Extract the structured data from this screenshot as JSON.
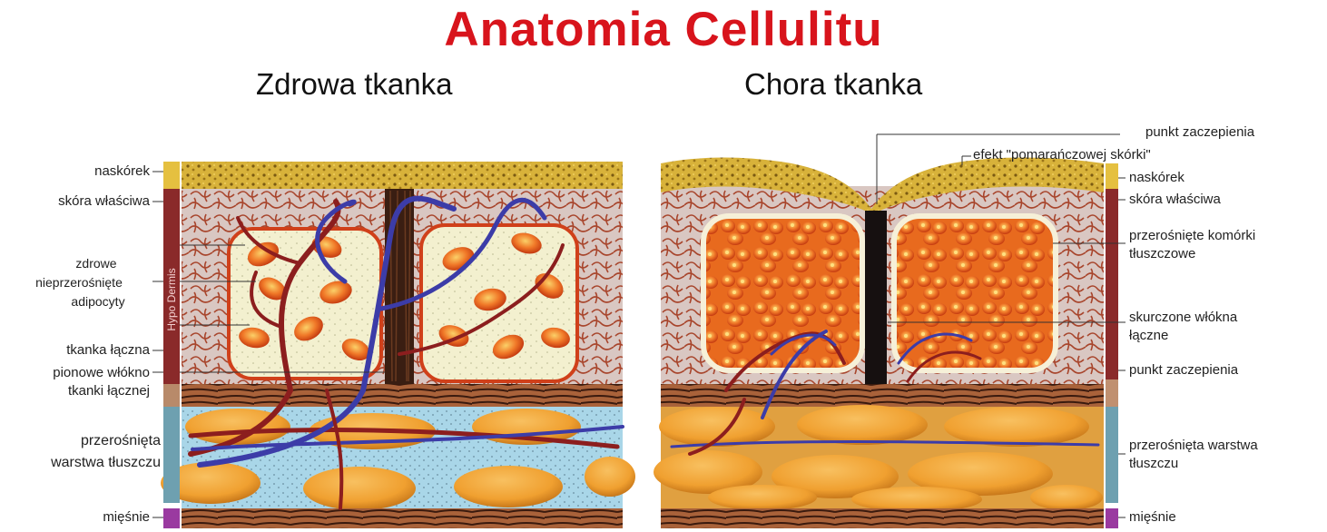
{
  "title": "Anatomia Cellulitu",
  "left": {
    "heading": "Zdrowa tkanka",
    "side_label": "Hypo Dermis",
    "labels": {
      "epidermis": "naskórek",
      "dermis": "skóra właściwa",
      "adipocytes_1": "zdrowe",
      "adipocytes_2": "nieprzerośnięte",
      "adipocytes_3": "adipocyty",
      "connective": "tkanka łączna",
      "fiber_1": "pionowe włókno",
      "fiber_2": "tkanki łącznej",
      "fat_1": "przerośnięta",
      "fat_2": "warstwa tłuszczu",
      "muscles": "mięśnie"
    }
  },
  "right": {
    "heading": "Chora tkanka",
    "labels": {
      "anchor_top": "punkt zaczepienia",
      "orange_peel": "efekt \"pomarańczowej skórki\"",
      "epidermis": "naskórek",
      "dermis": "skóra właściwa",
      "cells_1": "przerośnięte komórki",
      "cells_2": "tłuszczowe",
      "fibers_1": "skurczone włókna",
      "fibers_2": "łączne",
      "anchor": "punkt zaczepienia",
      "fat_1": "przerośnięta warstwa",
      "fat_2": "tłuszczu",
      "muscles": "mięśnie"
    }
  },
  "colors": {
    "title": "#d8141c",
    "epidermis": "#c9a227",
    "dermis": "#8a2a2a",
    "fat": "#f0a030",
    "vessel_blue": "#3c3ca8",
    "vessel_red": "#8c1e1e",
    "fluid": "#a8d4e6"
  }
}
